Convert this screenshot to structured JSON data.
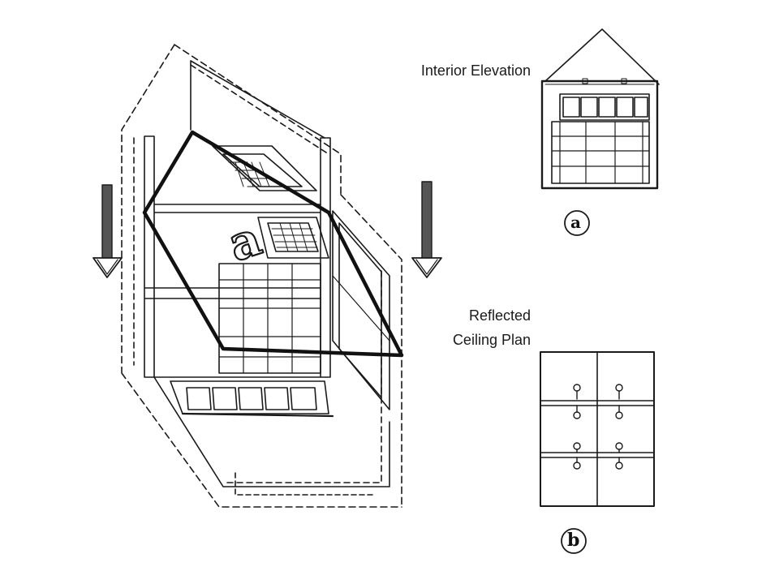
{
  "labels": {
    "interior_elevation": "Interior Elevation",
    "reflected_ceiling_plan_line1": "Reflected",
    "reflected_ceiling_plan_line2": "Ceiling Plan"
  },
  "tags": {
    "a": "a",
    "b": "b"
  },
  "colors": {
    "ink": "#1a1a1a",
    "cut_line": "#111111",
    "arrow_fill": "#555555",
    "background": "#ffffff"
  }
}
